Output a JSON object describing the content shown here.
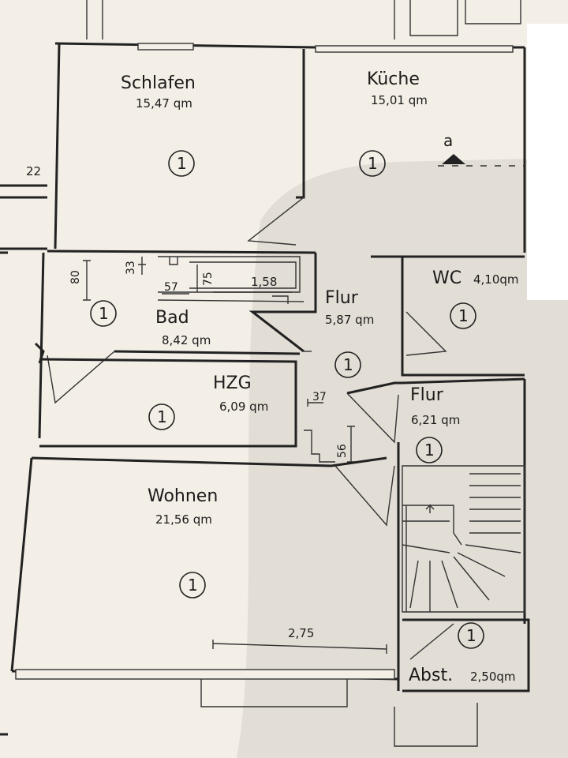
{
  "rooms": {
    "schlafen": {
      "name": "Schlafen",
      "area": "15,47 qm",
      "mark": "1"
    },
    "kueche": {
      "name": "Küche",
      "area": "15,01 qm",
      "mark": "1"
    },
    "bad": {
      "name": "Bad",
      "area": "8,42 qm",
      "mark": "1"
    },
    "flur1": {
      "name": "Flur",
      "area": "5,87 qm",
      "mark": "1"
    },
    "wc": {
      "name": "WC",
      "area": "4,10qm",
      "mark": "1"
    },
    "hzg": {
      "name": "HZG",
      "area": "6,09 qm",
      "mark": "1"
    },
    "flur2": {
      "name": "Flur",
      "area": "6,21 qm",
      "mark": "1"
    },
    "wohnen": {
      "name": "Wohnen",
      "area": "21,56 qm",
      "mark": "1"
    },
    "abst": {
      "name": "Abst.",
      "area": "2,50qm",
      "mark": "1"
    }
  },
  "dimensions": {
    "d22": "22",
    "d80": "80",
    "d33": "33",
    "d57": "57",
    "d75": "75",
    "d158": "1,58",
    "d37": "37",
    "d56": "56",
    "d275": "2,75"
  },
  "section_marker": "a",
  "colors": {
    "paper": "#f3eee6",
    "line": "#222222",
    "shadow": "#d9d4cc",
    "overlay_paper": "#ffffff"
  }
}
